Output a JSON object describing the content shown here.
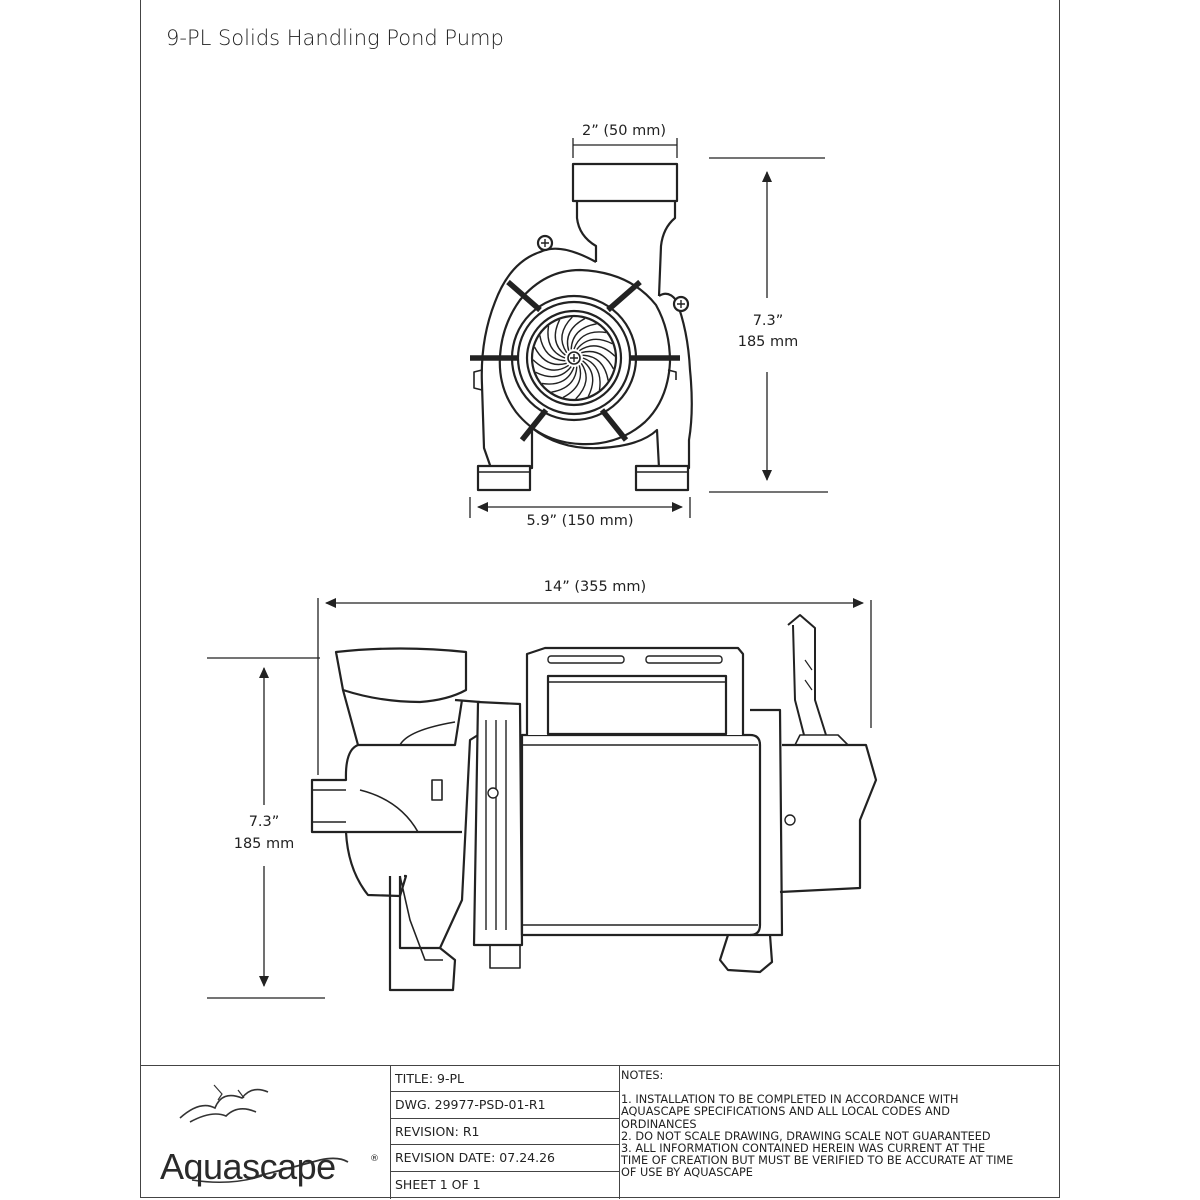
{
  "page_title": "9-PL Solids Handling Pond Pump",
  "dimensions": {
    "front_outlet": "2” (50 mm)",
    "front_height_in": "7.3”",
    "front_height_mm": "185 mm",
    "front_width": "5.9” (150 mm)",
    "side_length": "14” (355 mm)",
    "side_height_in": "7.3”",
    "side_height_mm": "185 mm"
  },
  "title_block": {
    "logo_text": "Aquascape",
    "logo_mark": "®",
    "title": "TITLE: 9-PL",
    "drawing": "DWG. 29977-PSD-01-R1",
    "revision": "REVISION: R1",
    "revision_date": "REVISION DATE: 07.24.26",
    "sheet": "SHEET 1 OF 1",
    "notes_header": "NOTES:",
    "notes": [
      "1. INSTALLATION TO BE COMPLETED IN ACCORDANCE WITH",
      "AQUASCAPE SPECIFICATIONS AND ALL LOCAL CODES AND",
      "ORDINANCES",
      "2. DO NOT SCALE DRAWING, DRAWING SCALE NOT GUARANTEED",
      "3. ALL INFORMATION CONTAINED HEREIN WAS CURRENT AT THE",
      "TIME OF CREATION BUT MUST BE VERIFIED TO BE ACCURATE AT TIME",
      "OF USE BY AQUASCAPE"
    ]
  }
}
